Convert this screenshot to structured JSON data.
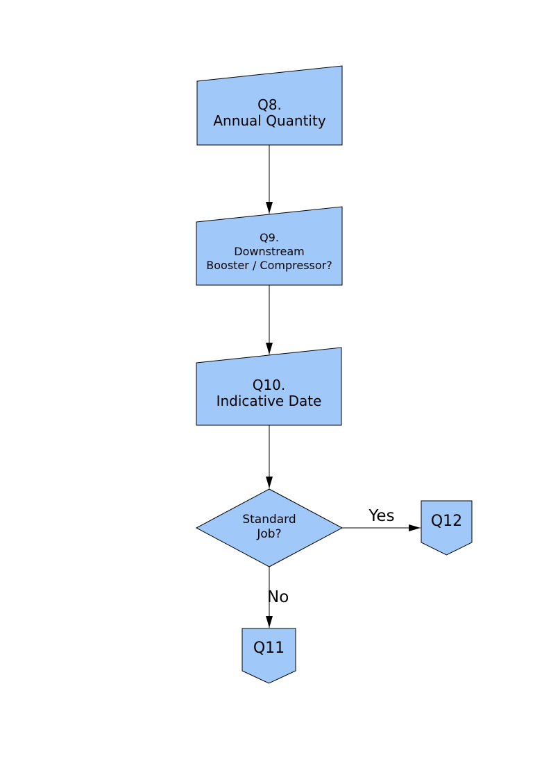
{
  "page": {
    "background": "#ffffff"
  },
  "diagram": {
    "type": "flowchart",
    "colors": {
      "node_fill": "#A0C8F8",
      "node_stroke": "#000000",
      "connector": "#000000",
      "text": "#000000"
    },
    "nodes": {
      "q8": {
        "shape": "card",
        "label": "Q8.\nAnnual Quantity"
      },
      "q9": {
        "shape": "card",
        "label": "Q9.\nDownstream\nBooster / Compressor?"
      },
      "q10": {
        "shape": "card",
        "label": "Q10.\nIndicative Date"
      },
      "standard_job": {
        "shape": "decision-diamond",
        "label": "Standard\nJob?"
      },
      "q12": {
        "shape": "off-page-connector",
        "label": "Q12"
      },
      "q11": {
        "shape": "off-page-connector",
        "label": "Q11"
      }
    },
    "edges": {
      "q8_to_q9": {
        "from": "q8",
        "to": "q9",
        "label": ""
      },
      "q9_to_q10": {
        "from": "q9",
        "to": "q10",
        "label": ""
      },
      "q10_to_decision": {
        "from": "q10",
        "to": "standard_job",
        "label": ""
      },
      "yes": {
        "from": "standard_job",
        "to": "q12",
        "label": "Yes"
      },
      "no": {
        "from": "standard_job",
        "to": "q11",
        "label": "No"
      }
    }
  }
}
